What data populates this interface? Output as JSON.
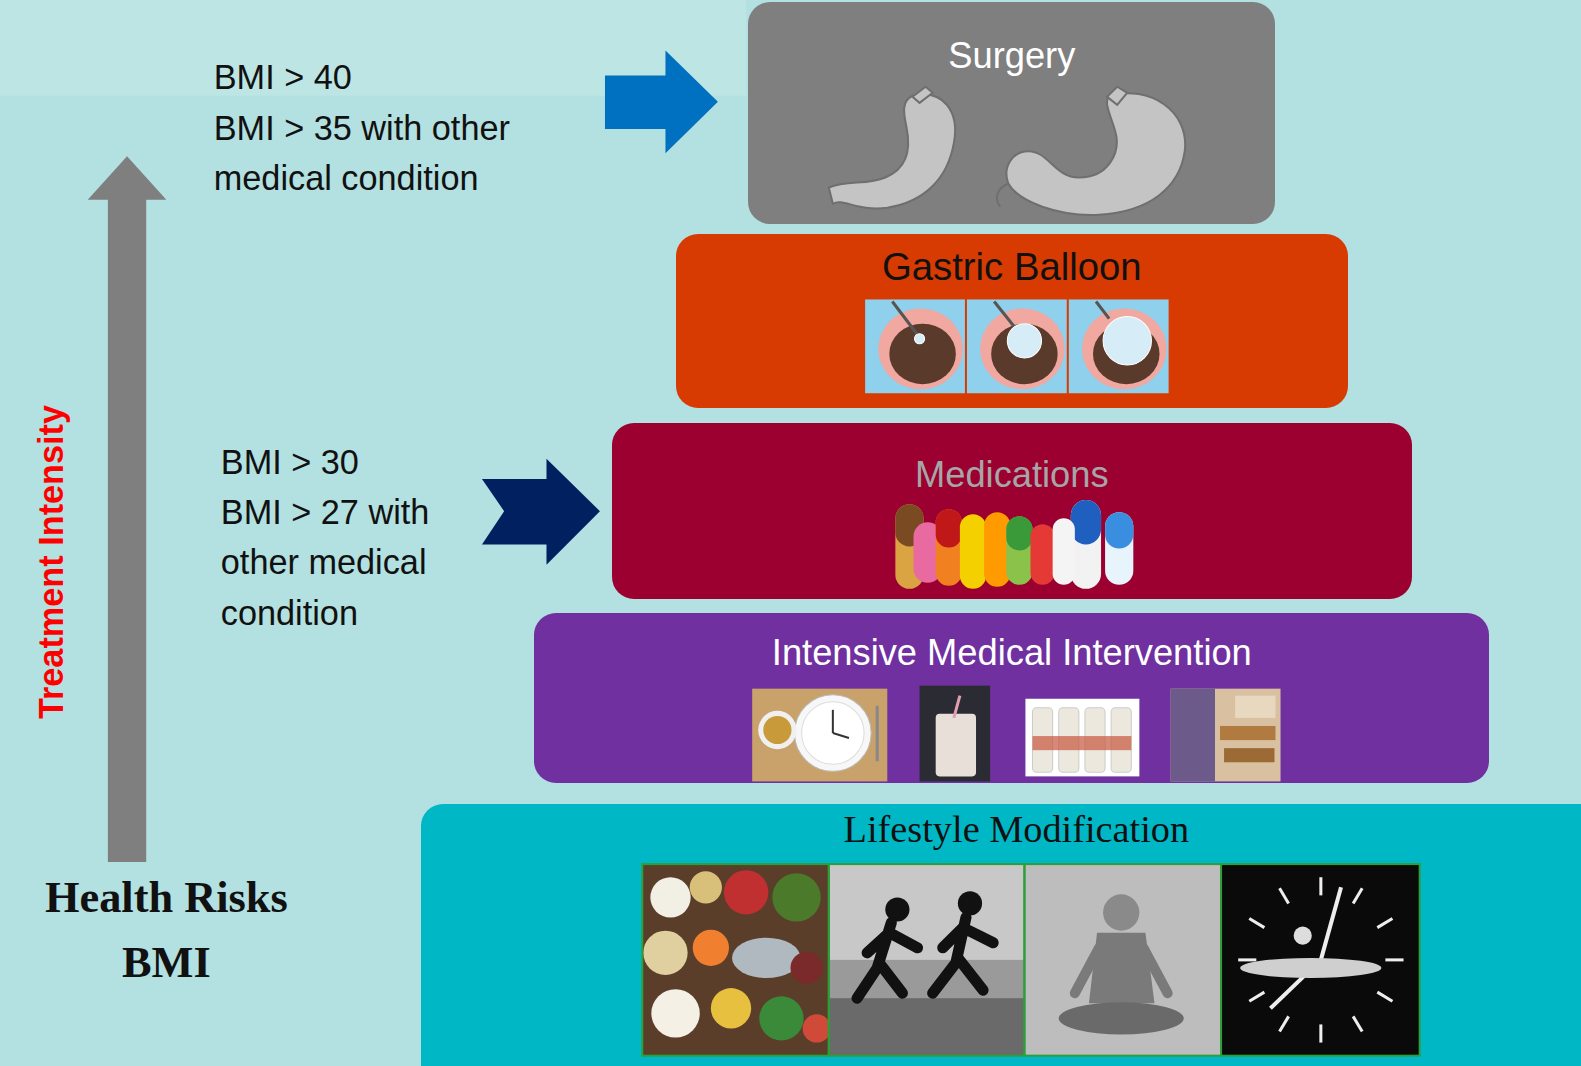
{
  "diagram": {
    "nodes": [
      {
        "text": [
          "Surgery"
        ]
      },
      {
        "text": [
          "Gastric Balloon"
        ]
      },
      {
        "text": [
          "Medications"
        ]
      },
      {
        "text": [
          "Intensive Medical Intervention"
        ]
      },
      {
        "text": [
          "Lifestyle Modification"
        ]
      }
    ],
    "labels": [
      "BMI > 40",
      "BMI > 35 with other medical condition",
      "BMI > 30",
      "BMI > 27 with other medical condition",
      "Treatment Intensity",
      "Health Risks",
      "BMI"
    ]
  }
}
